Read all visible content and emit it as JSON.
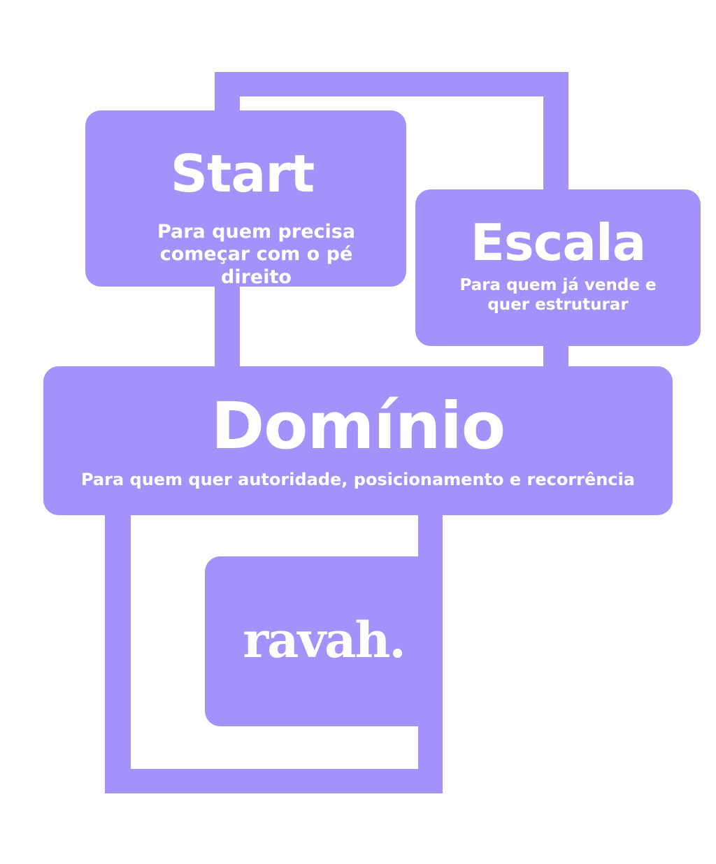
{
  "color": "#a193fa",
  "start": {
    "title": "Start",
    "subtitle": "Para quem precisa começar com o pé direito"
  },
  "escala": {
    "title": "Escala",
    "subtitle": "Para quem já vende e quer estruturar"
  },
  "dominio": {
    "title": "Domínio",
    "subtitle": "Para quem quer autoridade, posicionamento e recorrência"
  },
  "logo": "ravah."
}
